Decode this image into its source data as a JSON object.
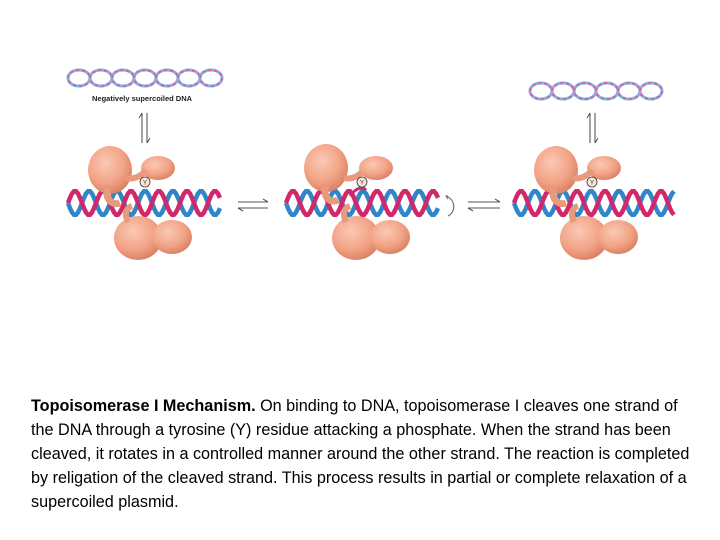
{
  "diagram": {
    "supercoiled_label": "Negatively supercoiled DNA",
    "tyrosine_label": "Y"
  },
  "caption": {
    "title": "Topoisomerase I Mechanism.",
    "body": " On binding to DNA, topoisomerase I cleaves one strand of the DNA through a tyrosine (Y) residue attacking a phosphate. When the strand has been cleaved, it rotates in a controlled manner around the other strand. The reaction is completed by religation of the cleaved strand. This process results in partial or complete relaxation of a supercoiled plasmid."
  },
  "colors": {
    "enzyme": "#f2a386",
    "enzyme_shade": "#dc7f62",
    "strand_a": "#d1286c",
    "strand_b": "#2f86c8",
    "plasmid_pink": "#dd5fa0",
    "plasmid_blue": "#7fb3e0"
  }
}
